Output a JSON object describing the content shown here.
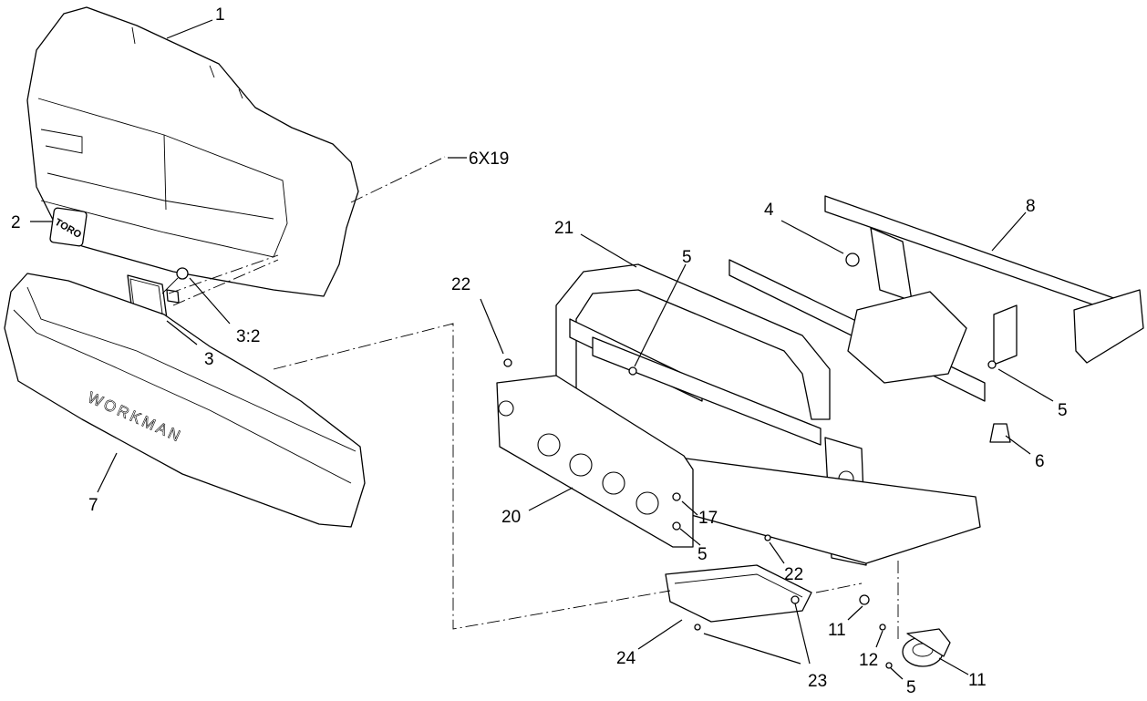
{
  "callouts": {
    "c1": "1",
    "c2": "2",
    "c3": "3",
    "c3_2": "3:2",
    "c7": "7",
    "c6x19": "6X19",
    "c21": "21",
    "c5a": "5",
    "c4": "4",
    "c8": "8",
    "c22a": "22",
    "c5b": "5",
    "c6": "6",
    "c20": "20",
    "c17": "17",
    "c5c": "5",
    "c22b": "22",
    "c11a": "11",
    "c12": "12",
    "c24": "24",
    "c23": "23",
    "c5d": "5",
    "c11b": "11"
  },
  "decals": {
    "grille_text": "WORKMAN",
    "brand_logo": "TORO"
  }
}
